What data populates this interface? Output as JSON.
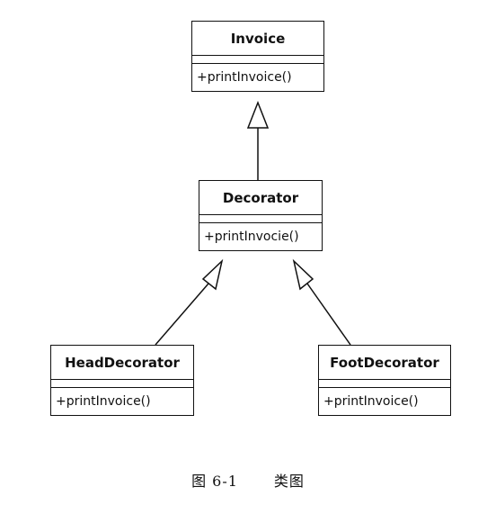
{
  "classes": {
    "invoice": {
      "name": "Invoice",
      "operation": "+printInvoice()"
    },
    "decorator": {
      "name": "Decorator",
      "operation": "+printInvocie()"
    },
    "head": {
      "name": "HeadDecorator",
      "operation": "+printInvoice()"
    },
    "foot": {
      "name": "FootDecorator",
      "operation": "+printInvoice()"
    }
  },
  "relationships": [
    {
      "type": "generalization",
      "from": "Decorator",
      "to": "Invoice"
    },
    {
      "type": "generalization",
      "from": "HeadDecorator",
      "to": "Decorator"
    },
    {
      "type": "generalization",
      "from": "FootDecorator",
      "to": "Decorator"
    }
  ],
  "caption": {
    "figure": "图 6-1",
    "title": "类图"
  }
}
